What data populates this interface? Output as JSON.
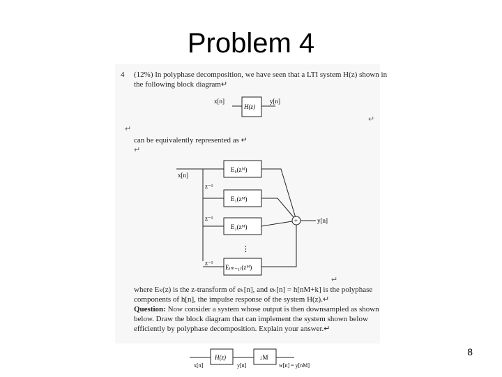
{
  "slide": {
    "title": "Problem 4",
    "page_number": "8"
  },
  "scan": {
    "item_marker": "4",
    "intro_line1": "(12%) In polyphase decomposition, we have seen that a LTI system H(z) shown in",
    "intro_line2": "the following block diagram↵",
    "equiv_text": "can be equivalently represented as ↵",
    "return_mark": "↵",
    "diagram1": {
      "input": "x[n]",
      "block": "H(z)",
      "output": "y[n]"
    },
    "diagram2": {
      "input": "x[n]",
      "delay": "z⁻¹",
      "blocks": [
        "E₀(zᴹ)",
        "E₁(zᴹ)",
        "E₂(zᴹ)",
        "E₍ₘ₋₁₎(zᴹ)"
      ],
      "ellipsis": "⋮",
      "adder": "+",
      "output": "y[n]"
    },
    "para1_lines": [
      "where Eₖ(z) is the z-transform of eₖ[n], and eₖ[n] = h[nM+k] is the polyphase",
      "components of h[n], the impulse response of the system H(z).↵"
    ],
    "question_label": "Question:",
    "question_lines": [
      "Now consider a system whose output is then downsampled as shown",
      "below. Draw the block diagram that can implement the system shown below",
      "efficiently by polyphase decomposition. Explain your answer.↵"
    ],
    "diagram3": {
      "input": "x[n]",
      "block": "H(z)",
      "mid": "y[n]",
      "downsampler": "↓M",
      "output": "w[n] = y[nM]"
    }
  }
}
